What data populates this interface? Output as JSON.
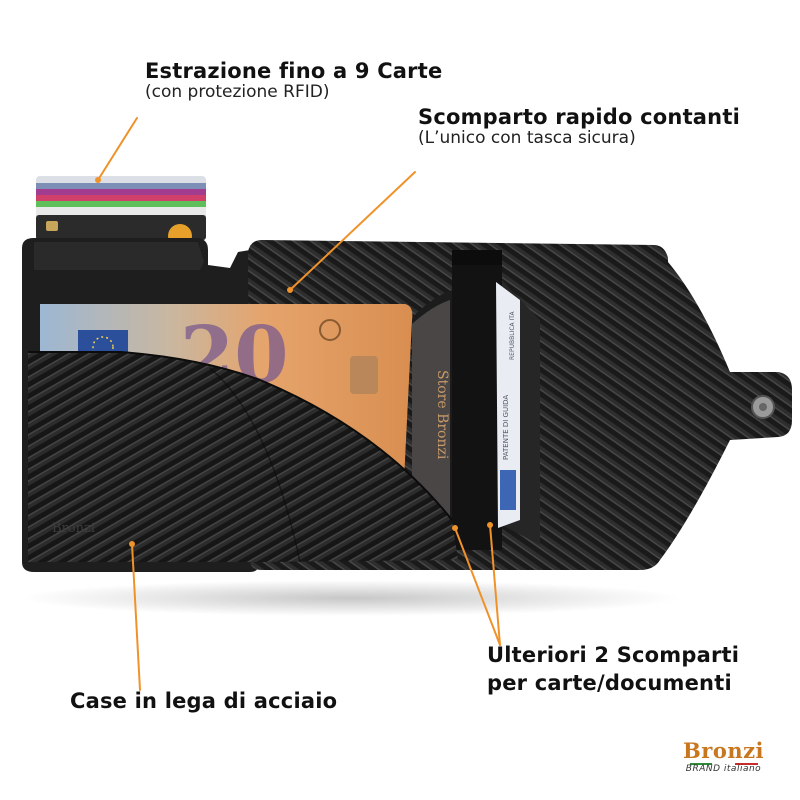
{
  "callouts": {
    "cards": {
      "title": "Estrazione fino a 9 Carte",
      "subtitle": "(con protezione RFID)"
    },
    "cash": {
      "title": "Scomparto rapido contanti",
      "subtitle": "(L’unico con tasca sicura)"
    },
    "slots": {
      "line1": "Ulteriori 2 Scomparti",
      "line2": "per carte/documenti"
    },
    "case": {
      "title": "Case in lega di acciaio"
    }
  },
  "product_markings": {
    "wallet_logo": "Bronzi",
    "banknote_value": "20",
    "card_text_1": "Store Bronzi",
    "card_text_2": "PATENTE DI GUIDA",
    "card_text_3": "REPUBBLICA ITA"
  },
  "brand": {
    "name": "Bronzi",
    "tagline": "BRAND italiano"
  },
  "colors": {
    "accent_line": "#f0922a",
    "brand": "#c9771f",
    "carbon_dark": "#1b1b1b",
    "carbon_light": "#3a3a3a",
    "euro_orange": "#e29a5c",
    "flag_green": "#2e8b3a",
    "flag_white": "#ffffff",
    "flag_red": "#cc2b2b"
  }
}
